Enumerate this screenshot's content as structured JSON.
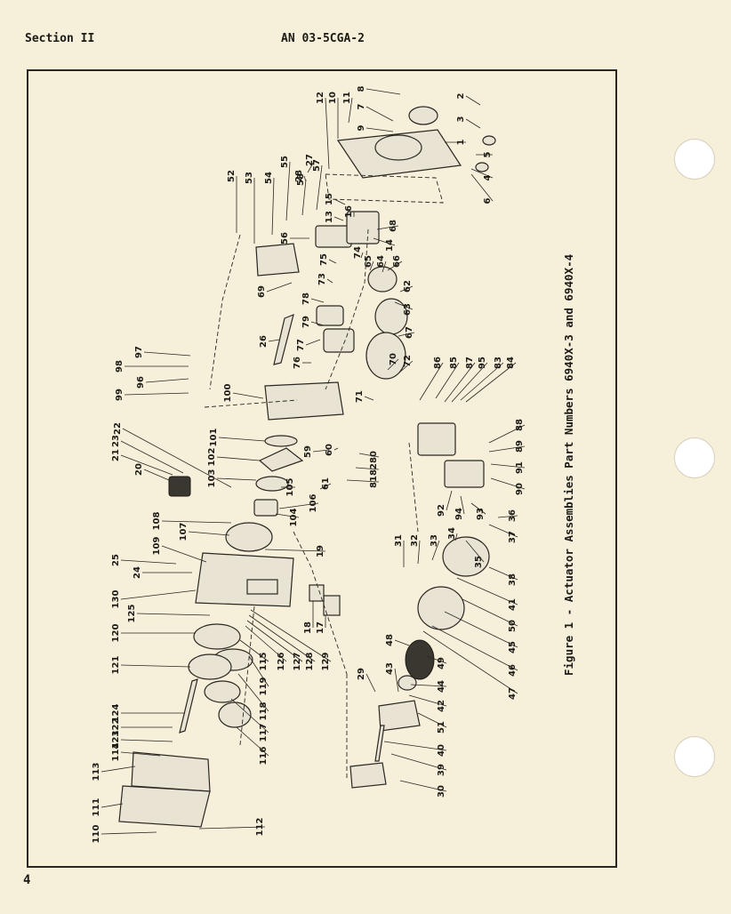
{
  "header": {
    "section": "Section II",
    "document_number": "AN 03-5CGA-2"
  },
  "figure": {
    "caption": "Figure 1 - Actuator Assemblies Part Numbers 6940X-3 and 6940X-4",
    "callouts": [
      "1",
      "2",
      "3",
      "4",
      "5",
      "6",
      "7",
      "8",
      "9",
      "10",
      "11",
      "12",
      "13",
      "14",
      "15",
      "16",
      "17",
      "18",
      "19",
      "20",
      "21",
      "22",
      "23",
      "24",
      "25",
      "26",
      "27",
      "28",
      "29",
      "30",
      "31",
      "32",
      "33",
      "34",
      "35",
      "36",
      "37",
      "38",
      "39",
      "40",
      "41",
      "42",
      "43",
      "44",
      "45",
      "46",
      "47",
      "48",
      "49",
      "50",
      "51",
      "52",
      "53",
      "54",
      "55",
      "56",
      "57",
      "58",
      "59",
      "60",
      "61",
      "62",
      "63",
      "64",
      "65",
      "66",
      "67",
      "68",
      "69",
      "70",
      "71",
      "72",
      "73",
      "74",
      "75",
      "76",
      "77",
      "78",
      "79",
      "80",
      "81",
      "82",
      "83",
      "84",
      "85",
      "86",
      "87",
      "88",
      "89",
      "90",
      "91",
      "92",
      "93",
      "94",
      "95",
      "96",
      "97",
      "98",
      "99",
      "100",
      "101",
      "102",
      "103",
      "104",
      "105",
      "106",
      "107",
      "108",
      "109",
      "110",
      "111",
      "112",
      "113",
      "114",
      "115",
      "116",
      "117",
      "118",
      "119",
      "120",
      "121",
      "122",
      "123",
      "124",
      "125",
      "126",
      "127",
      "128",
      "129",
      "130"
    ]
  },
  "footer": {
    "page_number": "4"
  }
}
